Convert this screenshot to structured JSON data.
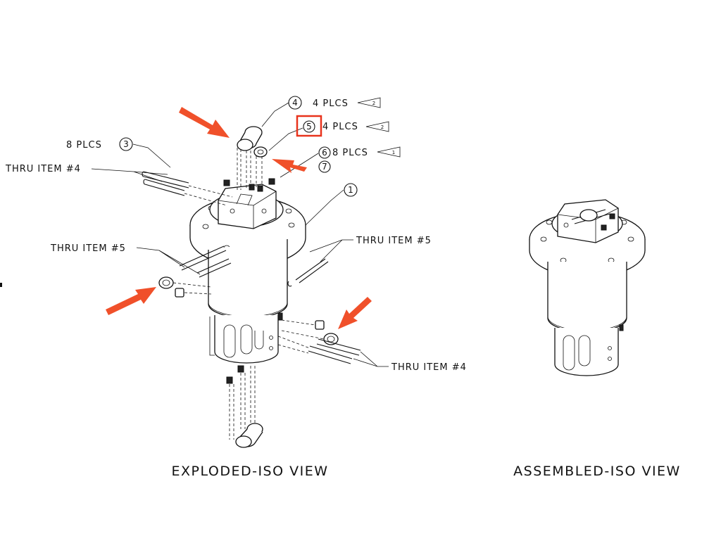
{
  "views": {
    "exploded_title": "EXPLODED-ISO VIEW",
    "assembled_title": "ASSEMBLED-ISO VIEW"
  },
  "callouts": {
    "item4": {
      "bubble": "4",
      "qty": "4 PLCS",
      "flag": "2"
    },
    "item5": {
      "bubble": "5",
      "qty": "4 PLCS",
      "flag": "2"
    },
    "item67": {
      "bubble_a": "6",
      "bubble_b": "7",
      "qty": "8 PLCS",
      "flag": "1"
    },
    "item3": {
      "bubble": "3",
      "qty": "8 PLCS"
    },
    "item1": {
      "bubble": "1"
    }
  },
  "notes": {
    "thru4_top": "THRU ITEM #4",
    "thru5_left": "THRU ITEM #5",
    "thru5_right": "THRU ITEM #5",
    "thru4_bottom": "THRU ITEM #4"
  },
  "colors": {
    "highlight": "#e8331c",
    "arrow": "#f0502a",
    "ink": "#111111"
  }
}
